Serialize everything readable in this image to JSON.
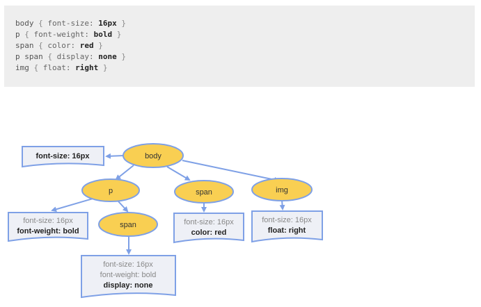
{
  "code": {
    "rules": [
      {
        "selector": "body",
        "property": "font-size",
        "value": "16px"
      },
      {
        "selector": "p",
        "property": "font-weight",
        "value": "bold"
      },
      {
        "selector": "span",
        "property": "color",
        "value": "red"
      },
      {
        "selector": "p span",
        "property": "display",
        "value": "none"
      },
      {
        "selector": "img",
        "property": "float",
        "value": "right"
      }
    ]
  },
  "colors": {
    "node_fill": "#f9cf52",
    "node_stroke": "#7ea0e6",
    "note_fill": "#eef0f6",
    "arrow": "#7ea0e6"
  },
  "tree": {
    "nodes": {
      "body": "body",
      "p": "p",
      "span_top": "span",
      "img": "img",
      "span_p": "span"
    },
    "notes": {
      "body": {
        "own": [
          "font-size: 16px"
        ],
        "inherited": []
      },
      "p": {
        "inherited": [
          "font-size: 16px"
        ],
        "own": [
          "font-weight: bold"
        ]
      },
      "span_top": {
        "inherited": [
          "font-size: 16px"
        ],
        "own": [
          "color: red"
        ]
      },
      "img": {
        "inherited": [
          "font-size: 16px"
        ],
        "own": [
          "float: right"
        ]
      },
      "span_p": {
        "inherited": [
          "font-size: 16px",
          "font-weight: bold"
        ],
        "own": [
          "display: none"
        ]
      }
    }
  }
}
